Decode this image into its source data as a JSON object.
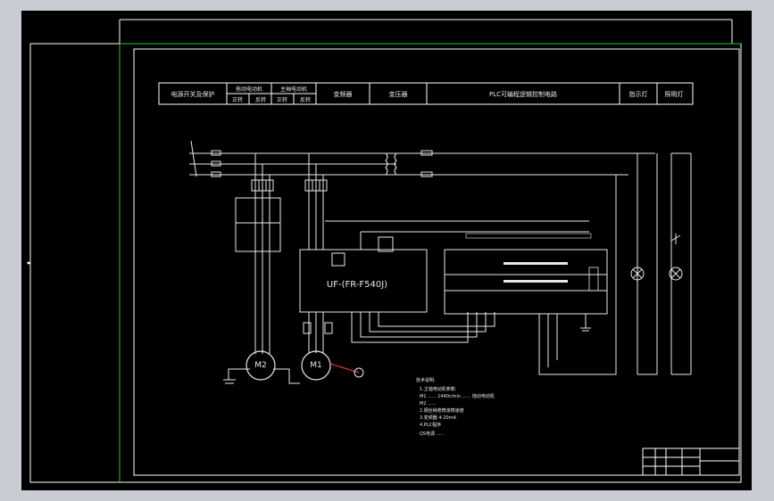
{
  "header": {
    "col1": "电源开关及保护",
    "group1": "拖动电动机",
    "group2": "主轴电动机",
    "zheng": "正转",
    "fan": "反转",
    "col_inverter": "变频器",
    "col_transformer": "变压器",
    "col_plc": "PLC可编程逻辑控制电路",
    "col_lamp": "指示灯",
    "col_light": "照明灯"
  },
  "inverter_label": "UF-(FR-F540J)",
  "motors": {
    "m2": "M2",
    "m1": "M1"
  },
  "notes": {
    "title": "技术说明:",
    "lines": [
      "1.主轴电动机参数:",
      "M1 ...... 1440r/min ...... 拖动电动机",
      "M2 ......",
      "2.钢丝绳卷筒滚筒速度",
      "3.变频器 4-20mA",
      "4.PLC程序",
      "QS电源 ......"
    ]
  },
  "colors": {
    "frame_white": "#ffffff",
    "frame_green": "#22c83a",
    "wire": "#e8e8e8",
    "accent_red": "#e23030"
  }
}
